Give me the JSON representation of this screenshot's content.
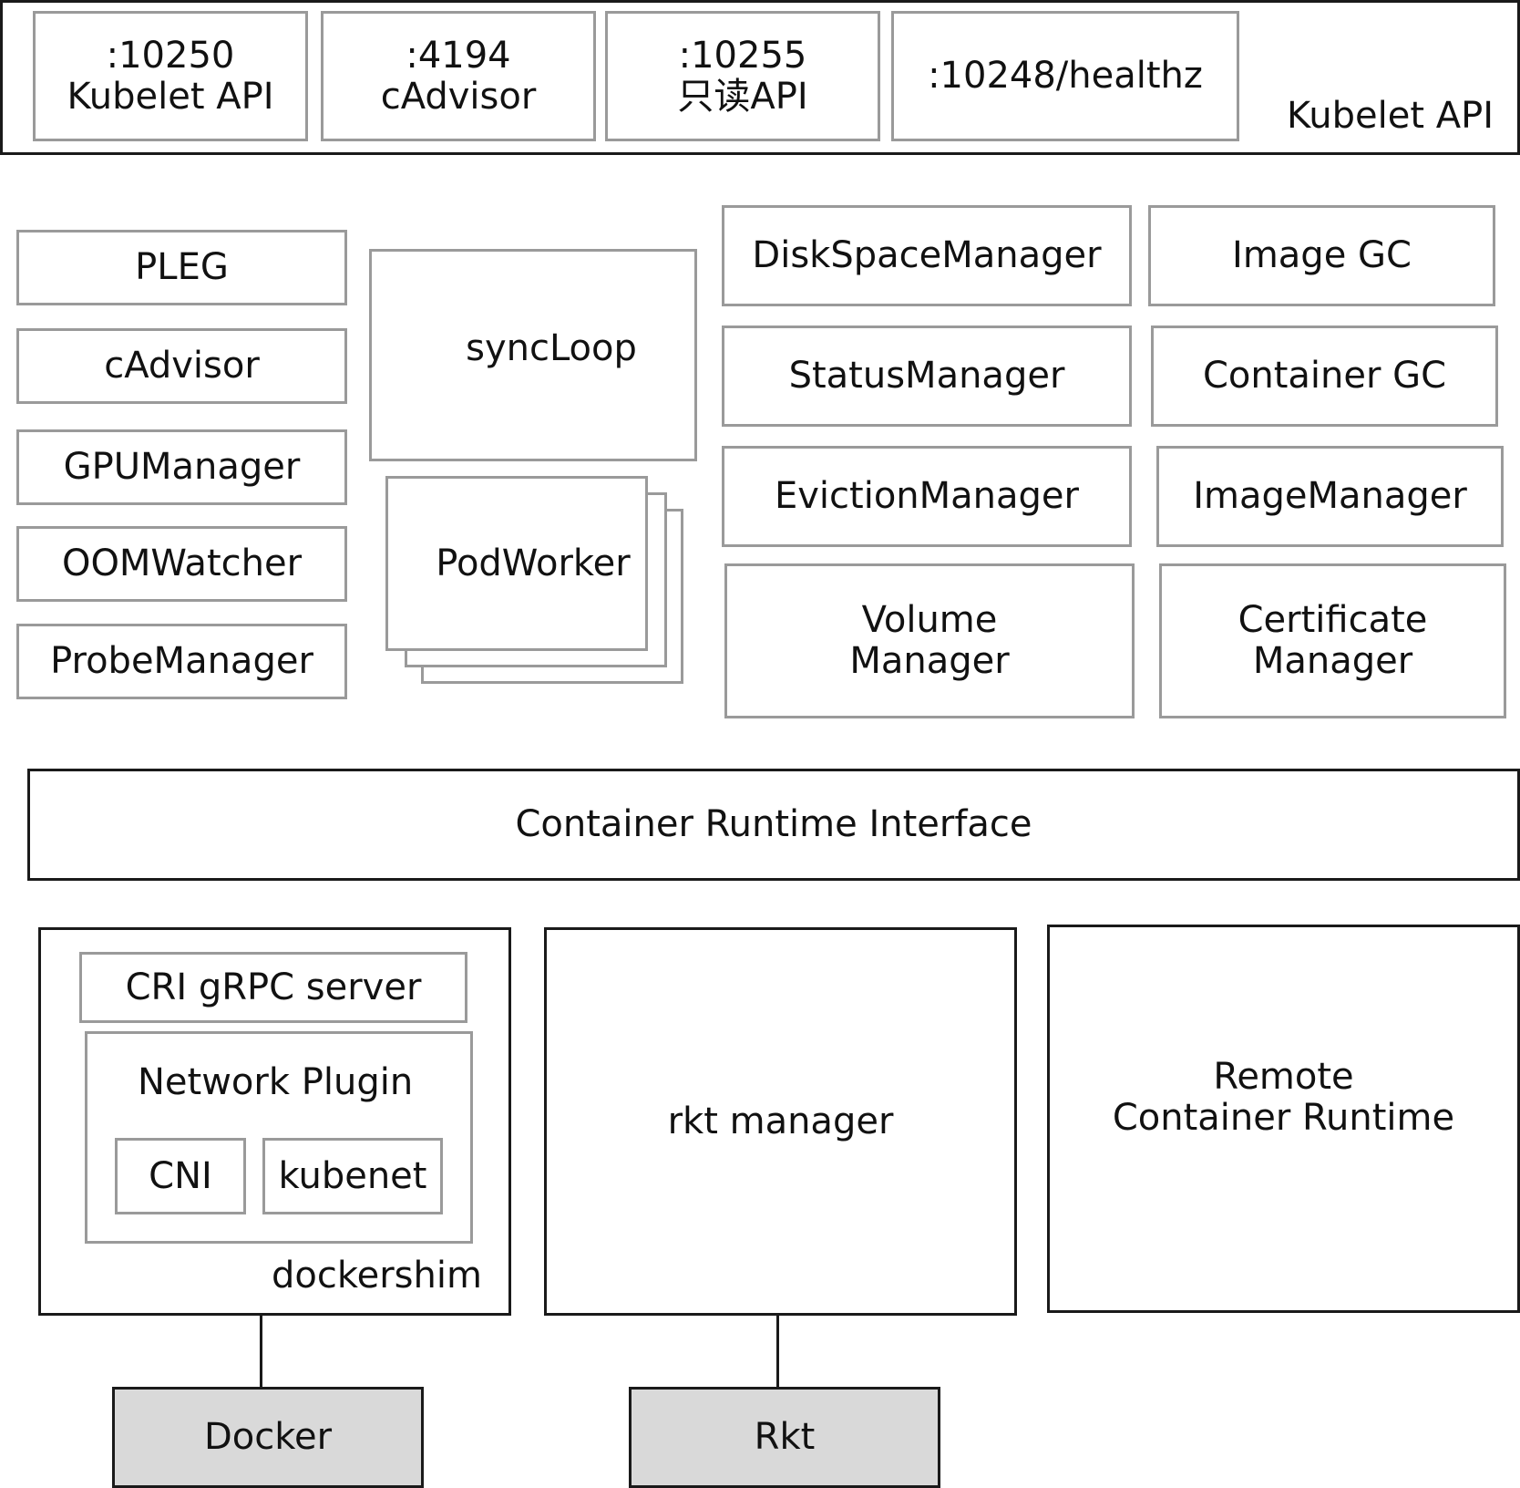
{
  "api_bar": {
    "label": "Kubelet API",
    "ports": [
      {
        "port": ":10250",
        "name": "Kubelet API"
      },
      {
        "port": ":4194",
        "name": "cAdvisor"
      },
      {
        "port": ":10255",
        "name": "只读API"
      },
      {
        "port": ":10248/healthz",
        "name": ""
      }
    ]
  },
  "left_components": [
    "PLEG",
    "cAdvisor",
    "GPUManager",
    "OOMWatcher",
    "ProbeManager"
  ],
  "sync_loop": "syncLoop",
  "pod_worker": "PodWorker",
  "managers": {
    "disk_space": "DiskSpaceManager",
    "status": "StatusManager",
    "eviction": "EvictionManager",
    "volume": [
      "Volume",
      "Manager"
    ],
    "image_gc": "Image GC",
    "container_gc": "Container GC",
    "image_manager": "ImageManager",
    "certificate": [
      "Certificate",
      "Manager"
    ]
  },
  "cri": "Container Runtime Interface",
  "dockershim": {
    "label": "dockershim",
    "grpc": "CRI gRPC server",
    "network_plugin": "Network Plugin",
    "cni": "CNI",
    "kubenet": "kubenet"
  },
  "rkt_manager": "rkt manager",
  "remote_runtime": [
    "Remote",
    "Container Runtime"
  ],
  "docker": "Docker",
  "rkt": "Rkt"
}
